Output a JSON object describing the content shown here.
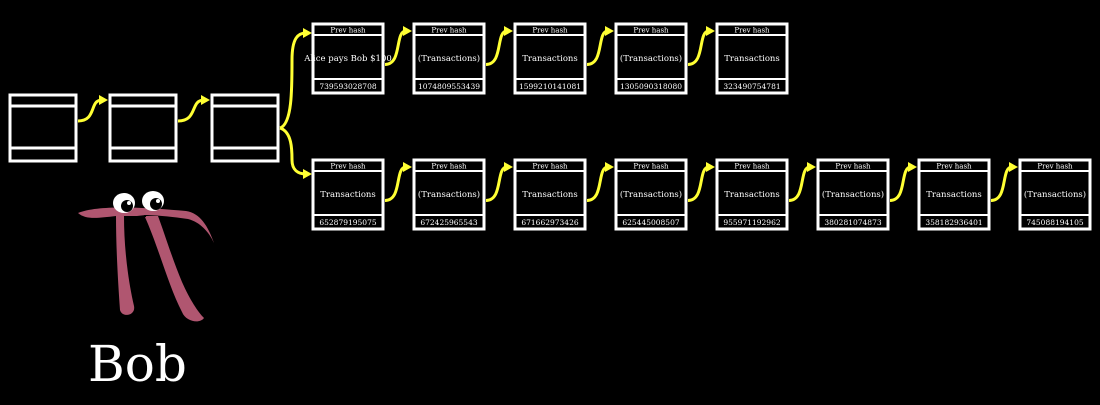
{
  "colors": {
    "background": "#000000",
    "block_border": "#ffffff",
    "arrow": "#ffff33",
    "pi_body": "#b05670"
  },
  "character": {
    "name": "Bob"
  },
  "root_chain": {
    "block_count": 3
  },
  "top_branch": {
    "blocks": [
      {
        "header": "Prev hash",
        "body": "Alice pays Bob $100",
        "footer": "739593028708"
      },
      {
        "header": "Prev hash",
        "body": "(Transactions)",
        "footer": "1074809553439"
      },
      {
        "header": "Prev hash",
        "body": "Transactions",
        "footer": "1599210141081"
      },
      {
        "header": "Prev hash",
        "body": "(Transactions)",
        "footer": "1305090318080"
      },
      {
        "header": "Prev hash",
        "body": "Transactions",
        "footer": "323490754781"
      }
    ]
  },
  "bottom_branch": {
    "blocks": [
      {
        "header": "Prev hash",
        "body": "Transactions",
        "footer": "652879195075"
      },
      {
        "header": "Prev hash",
        "body": "(Transactions)",
        "footer": "672425965543"
      },
      {
        "header": "Prev hash",
        "body": "Transactions",
        "footer": "671662973426"
      },
      {
        "header": "Prev hash",
        "body": "(Transactions)",
        "footer": "625445008507"
      },
      {
        "header": "Prev hash",
        "body": "Transactions",
        "footer": "955971192962"
      },
      {
        "header": "Prev hash",
        "body": "(Transactions)",
        "footer": "380281074873"
      },
      {
        "header": "Prev hash",
        "body": "Transactions",
        "footer": "358182936401"
      },
      {
        "header": "Prev hash",
        "body": "(Transactions)",
        "footer": "745088194105"
      }
    ]
  }
}
